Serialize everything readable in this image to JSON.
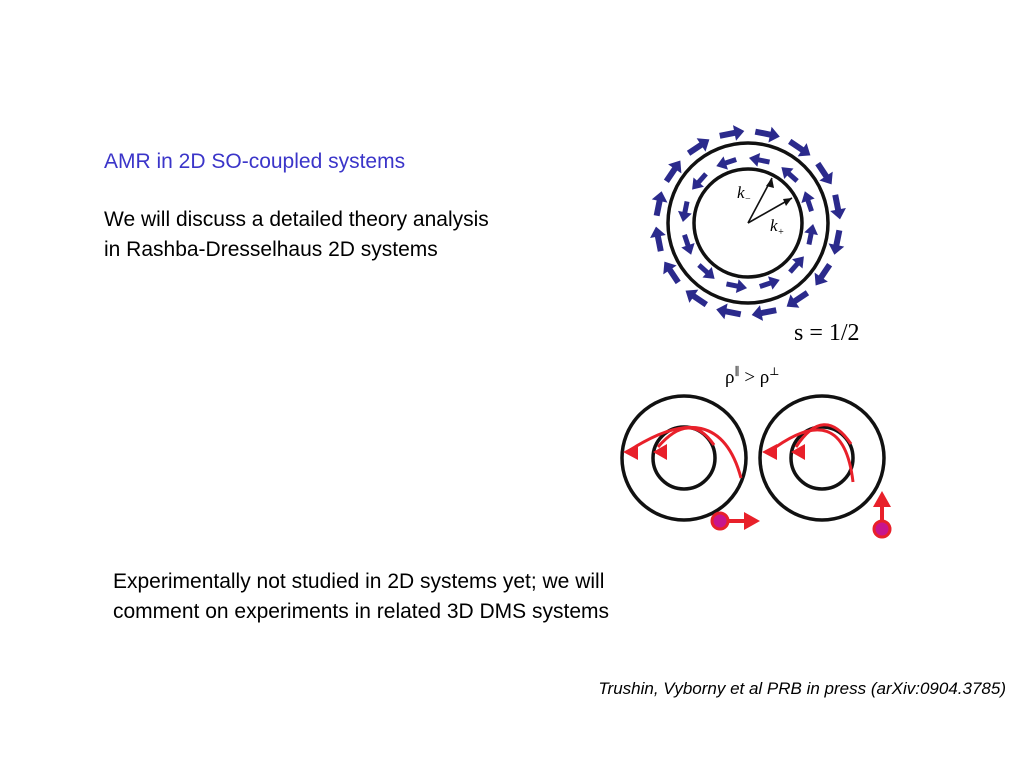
{
  "slide": {
    "title": "AMR in 2D SO-coupled systems",
    "intro_lines": [
      "We will discuss a detailed theory analysis",
      "in Rashba-Dresselhaus 2D systems"
    ],
    "experiment_lines": [
      "Experimentally not studied in 2D systems yet; we will",
      "comment on experiments in related 3D DMS systems"
    ],
    "citation": "Trushin, Vyborny et al PRB in press (arXiv:0904.3785)"
  },
  "figure": {
    "k_minus_label": "k",
    "k_minus_sub": "−",
    "k_plus_label": "k",
    "k_plus_sub": "+",
    "spin_label": "s = 1/2",
    "rho_relation": {
      "left": "ρ",
      "left_sup": "∥",
      "op": " > ",
      "right": "ρ",
      "right_sup": "⊥"
    },
    "colors": {
      "arrow_blue": "#2b2a8c",
      "red": "#e8202a",
      "magenta": "#c8158c"
    }
  }
}
